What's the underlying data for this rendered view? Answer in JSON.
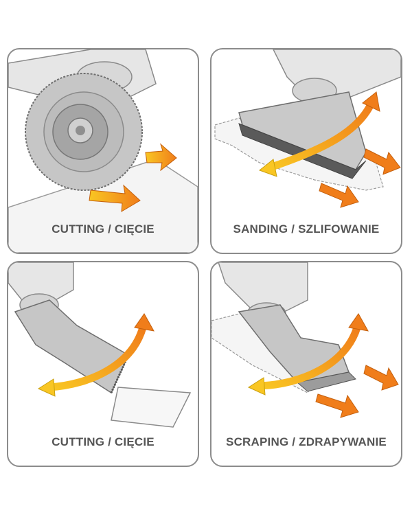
{
  "panels": [
    {
      "caption": "CUTTING / CIĘCIE"
    },
    {
      "caption": "SANDING / SZLIFOWANIE"
    },
    {
      "caption": "CUTTING / CIĘCIE"
    },
    {
      "caption": "SCRAPING / ZDRAPYWANIE"
    }
  ],
  "colors": {
    "border": "#8c8c8c",
    "caption": "#555555",
    "tool_body": "#e6e6e6",
    "blade": "#bdbdbd",
    "arrow_orange": "#f07d1a",
    "arrow_yellow": "#f9c623"
  }
}
